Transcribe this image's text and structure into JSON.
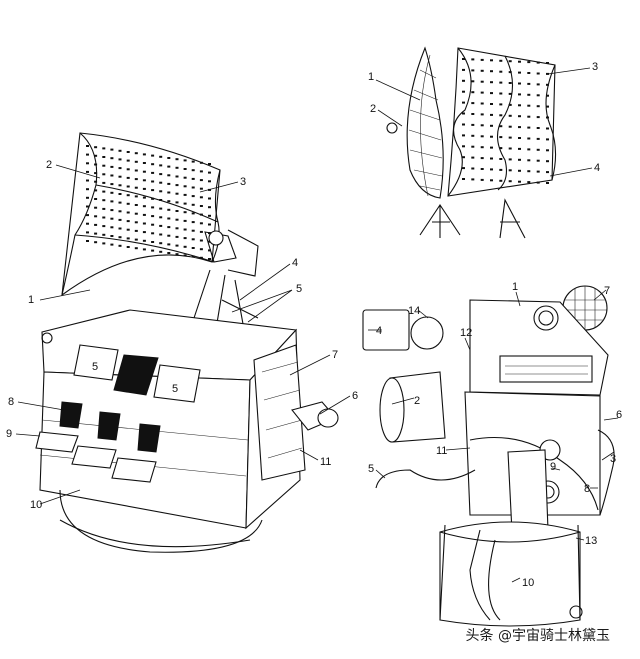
{
  "figure_left": {
    "labels": [
      "1",
      "2",
      "3",
      "4",
      "5",
      "5",
      "5",
      "6",
      "7",
      "8",
      "9",
      "10",
      "11"
    ]
  },
  "figure_top_right": {
    "labels": [
      "1",
      "2",
      "3",
      "4"
    ]
  },
  "figure_bottom_right": {
    "labels": [
      "1",
      "2",
      "3",
      "4",
      "5",
      "6",
      "7",
      "8",
      "9",
      "10",
      "11",
      "12",
      "13",
      "14"
    ]
  },
  "watermark": "头条 @宇宙骑士林黛玉"
}
